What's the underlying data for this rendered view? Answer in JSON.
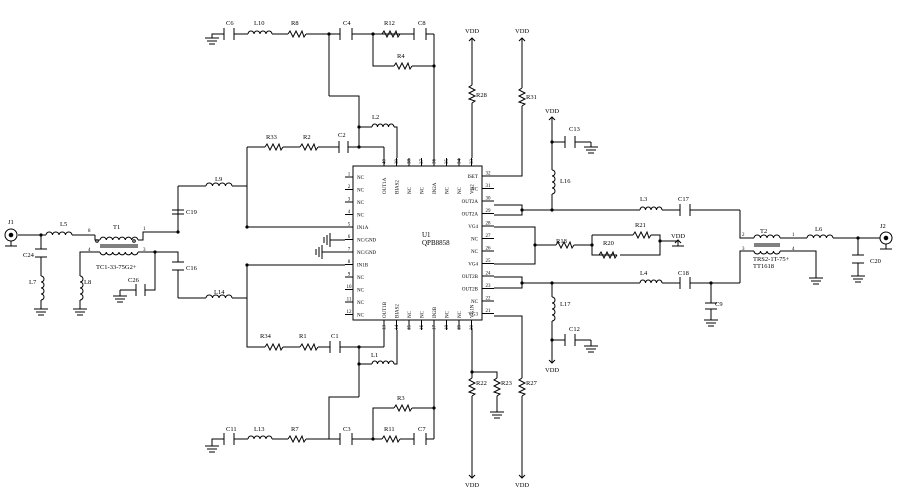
{
  "ic": {
    "ref": "U1",
    "part": "QPB8858",
    "left_pins": [
      {
        "n": "1",
        "name": "NC"
      },
      {
        "n": "2",
        "name": "NC"
      },
      {
        "n": "3",
        "name": "NC"
      },
      {
        "n": "4",
        "name": "NC"
      },
      {
        "n": "5",
        "name": "IN1A"
      },
      {
        "n": "6",
        "name": "NC/GND"
      },
      {
        "n": "7",
        "name": "NC/GND"
      },
      {
        "n": "8",
        "name": "IN1B"
      },
      {
        "n": "9",
        "name": "NC"
      },
      {
        "n": "10",
        "name": "NC"
      },
      {
        "n": "11",
        "name": "NC"
      },
      {
        "n": "12",
        "name": "NC"
      }
    ],
    "right_pins": [
      {
        "n": "32",
        "name": "ISET"
      },
      {
        "n": "31",
        "name": "NC"
      },
      {
        "n": "30",
        "name": "OUT2A"
      },
      {
        "n": "29",
        "name": "OUT2A"
      },
      {
        "n": "28",
        "name": "VG4"
      },
      {
        "n": "27",
        "name": "NC"
      },
      {
        "n": "26",
        "name": "NC"
      },
      {
        "n": "25",
        "name": "VG4"
      },
      {
        "n": "24",
        "name": "OUT2B"
      },
      {
        "n": "23",
        "name": "OUT2B"
      },
      {
        "n": "22",
        "name": "NC"
      },
      {
        "n": "21",
        "name": "VG3"
      }
    ],
    "top_pins": [
      {
        "n": "40",
        "name": "OUT1A"
      },
      {
        "n": "39",
        "name": "BIAS2"
      },
      {
        "n": "38",
        "name": "NC"
      },
      {
        "n": "37",
        "name": "NC"
      },
      {
        "n": "36",
        "name": "IN2A"
      },
      {
        "n": "35",
        "name": "NC"
      },
      {
        "n": "34",
        "name": "NC"
      },
      {
        "n": "33",
        "name": "VG2"
      }
    ],
    "bottom_pins": [
      {
        "n": "13",
        "name": "OUT1B"
      },
      {
        "n": "14",
        "name": "BIAS2"
      },
      {
        "n": "15",
        "name": "NC"
      },
      {
        "n": "16",
        "name": "NC"
      },
      {
        "n": "17",
        "name": "IN2B"
      },
      {
        "n": "18",
        "name": "NC"
      },
      {
        "n": "19",
        "name": "NC"
      },
      {
        "n": "20",
        "name": "VG1N"
      }
    ]
  },
  "components": {
    "C6": "C6",
    "L10": "L10",
    "R8": "R8",
    "C4": "C4",
    "R12": "R12",
    "C8": "C8",
    "R4": "R4",
    "R28": "R28",
    "R31": "R31",
    "L2": "L2",
    "R33": "R33",
    "R2": "R2",
    "C2": "C2",
    "J1": "J1",
    "L5": "L5",
    "C24": "C24",
    "L7": "L7",
    "T1": "T1",
    "T1_part": "TC1-33-75G2+",
    "L8": "L8",
    "C26": "C26",
    "L9": "L9",
    "C19": "C19",
    "C16": "C16",
    "L14": "L14",
    "R34": "R34",
    "R1": "R1",
    "C1": "C1",
    "L1": "L1",
    "C11": "C11",
    "L13": "L13",
    "R7": "R7",
    "C3": "C3",
    "R11": "R11",
    "C7": "C7",
    "R3": "R3",
    "R22": "R22",
    "R23": "R23",
    "R27": "R27",
    "C13": "C13",
    "L16": "L16",
    "L3": "L3",
    "C17": "C17",
    "R21": "R21",
    "R18": "R18",
    "R20": "R20",
    "L4": "L4",
    "C18": "C18",
    "L17": "L17",
    "C12": "C12",
    "C9": "C9",
    "T2": "T2",
    "T2_part_1": "TRS2-1T-75+",
    "T2_part_2": "TT1618",
    "L6": "L6",
    "J2": "J2",
    "C20": "C20"
  },
  "supply": {
    "vdd": "VDD"
  },
  "pin_numbers": {
    "t1_8": "8",
    "t1_1": "1",
    "t1_4": "4",
    "t1_3": "3",
    "t2_2": "2",
    "t2_1": "1",
    "t2_3": "3",
    "t2_4": "4"
  }
}
